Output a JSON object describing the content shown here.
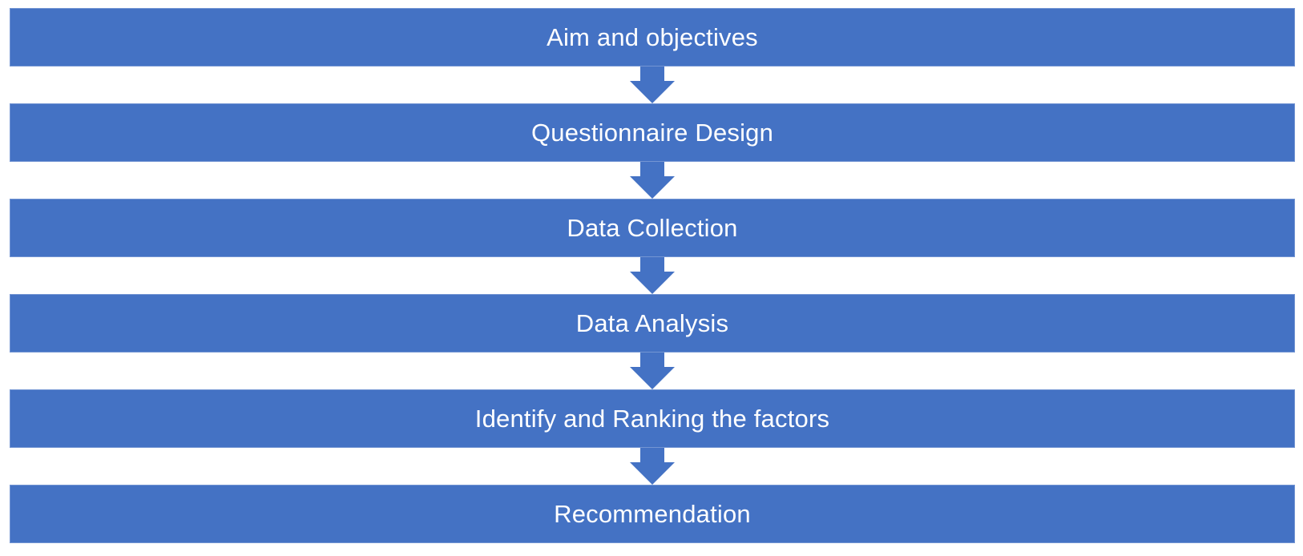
{
  "colors": {
    "bar": "#4472C4",
    "arrow": "#4472C4",
    "text": "#FFFFFF",
    "background": "#FFFFFF"
  },
  "diagram": {
    "type": "vertical-process-flow",
    "steps": [
      {
        "label": "Aim and objectives"
      },
      {
        "label": "Questionnaire Design"
      },
      {
        "label": "Data Collection"
      },
      {
        "label": "Data Analysis"
      },
      {
        "label": "Identify and Ranking the factors"
      },
      {
        "label": "Recommendation"
      }
    ],
    "connector": "down-arrow"
  }
}
